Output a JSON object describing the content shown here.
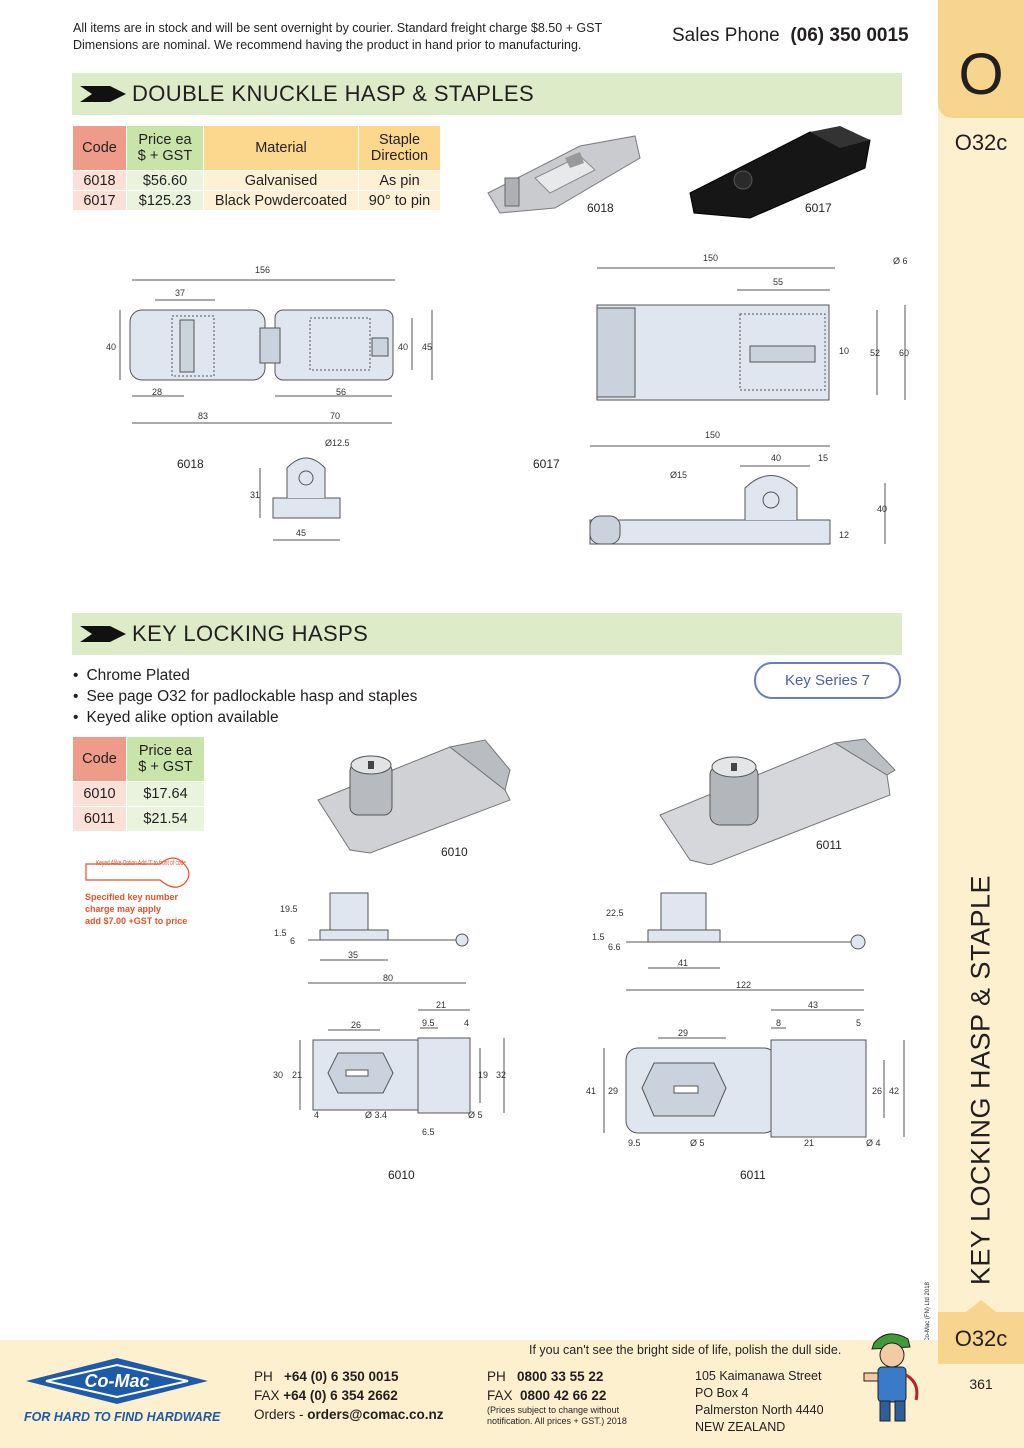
{
  "header": {
    "notice_line1": "All items are in stock and will be sent overnight by courier. Standard freight charge $8.50 + GST",
    "notice_line2": "Dimensions are nominal. We recommend having the product in hand prior to manufacturing.",
    "sales_label": "Sales Phone",
    "sales_phone": "(06) 350 0015"
  },
  "sidebar": {
    "letter": "O",
    "code": "O32c",
    "vertical_title": "KEY LOCKING HASP & STAPLE",
    "bottom_code": "O32c",
    "page_number": "361",
    "copyright": "© Co-Mac (FN) Ltd 2018"
  },
  "section1": {
    "title": "DOUBLE KNUCKLE HASP & STAPLES",
    "headers": {
      "code": "Code",
      "price": "Price ea $ + GST",
      "material": "Material",
      "staple": "Staple Direction"
    },
    "rows": [
      {
        "code": "6018",
        "price": "$56.60",
        "material": "Galvanised",
        "staple": "As pin"
      },
      {
        "code": "6017",
        "price": "$125.23",
        "material": "Black Powdercoated",
        "staple": "90° to pin"
      }
    ],
    "photo_labels": [
      "6018",
      "6017"
    ],
    "drawing_labels": [
      "6018",
      "6017"
    ]
  },
  "section2": {
    "title": "KEY LOCKING HASPS",
    "bullets": [
      "Chrome Plated",
      "See page O32 for padlockable hasp and staples",
      "Keyed alike option available"
    ],
    "key_series": "Key Series 7",
    "headers": {
      "code": "Code",
      "price": "Price ea $ + GST"
    },
    "rows": [
      {
        "code": "6010",
        "price": "$17.64"
      },
      {
        "code": "6011",
        "price": "$21.54"
      }
    ],
    "keyed_option": "Keyed Alike Option Add '7' to front of code",
    "note_lines": [
      "Specified key number",
      "charge may apply",
      "add $7.00 +GST to price"
    ],
    "photo_labels": [
      "6010",
      "6011"
    ],
    "drawing_labels": [
      "6010",
      "6011"
    ]
  },
  "footer": {
    "motto": "If you can't see the bright side of life, polish the dull side.",
    "logo": "Co-Mac",
    "tagline": "FOR HARD TO FIND HARDWARE",
    "ph_label": "PH",
    "ph": "+64 (0) 6 350 0015",
    "fax_label": "FAX",
    "fax": "+64 (0) 6 354 2662",
    "orders_label": "Orders -",
    "orders": "orders@comac.co.nz",
    "ph2": "0800 33 55 22",
    "fax2": "0800 42 66 22",
    "prices_note": "(Prices subject to change without notification. All prices + GST.)  2018",
    "address": [
      "105 Kaimanawa Street",
      "PO Box 4",
      "Palmerston North 4440",
      "NEW ZEALAND"
    ]
  }
}
